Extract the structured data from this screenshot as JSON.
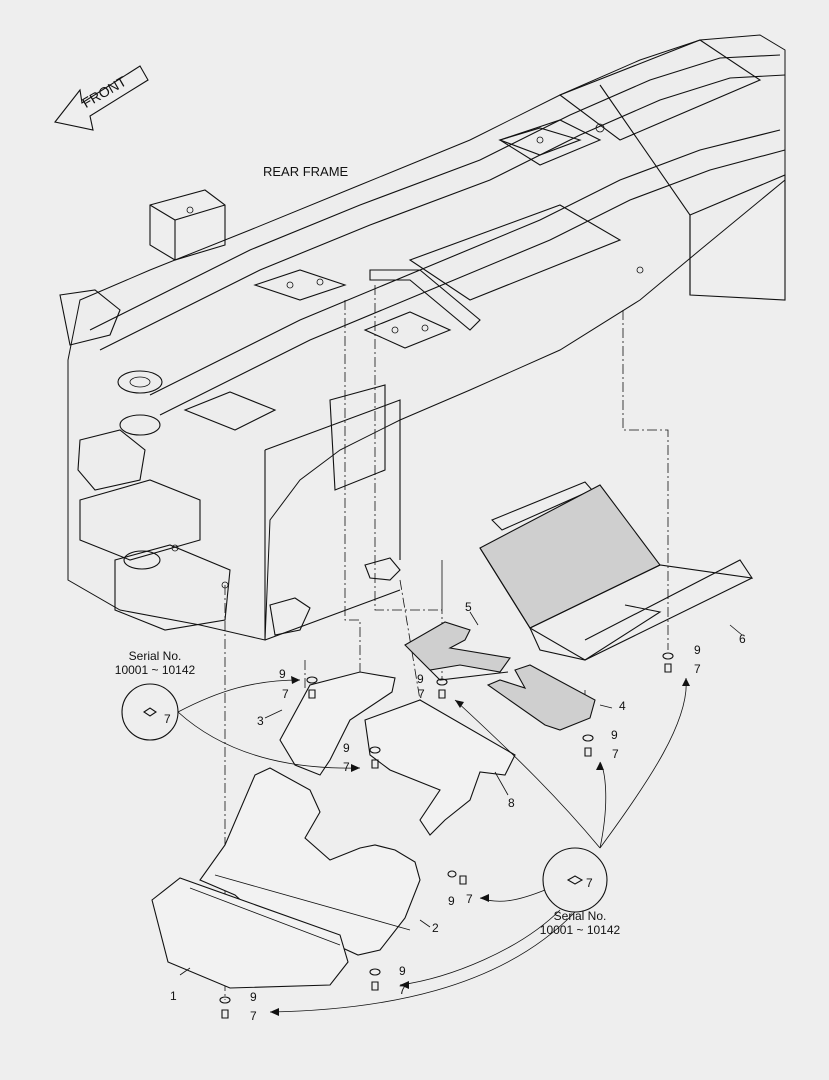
{
  "front_label": "FRONT",
  "title": "REAR FRAME",
  "serial": {
    "line1": "Serial No.",
    "line2": "10001 ~ 10142"
  },
  "callouts": [
    {
      "id": "c1",
      "text": "1"
    },
    {
      "id": "c2",
      "text": "2"
    },
    {
      "id": "c3",
      "text": "3"
    },
    {
      "id": "c4",
      "text": "4"
    },
    {
      "id": "c5",
      "text": "5"
    },
    {
      "id": "c6",
      "text": "6"
    },
    {
      "id": "c7a",
      "text": "7"
    },
    {
      "id": "c7b",
      "text": "7"
    },
    {
      "id": "c7c",
      "text": "7"
    },
    {
      "id": "c7d",
      "text": "7"
    },
    {
      "id": "c7e",
      "text": "7"
    },
    {
      "id": "c7f",
      "text": "7"
    },
    {
      "id": "c7g",
      "text": "7"
    },
    {
      "id": "c7h",
      "text": "7"
    },
    {
      "id": "c7i",
      "text": "7"
    },
    {
      "id": "c7j",
      "text": "7"
    },
    {
      "id": "c8",
      "text": "8"
    },
    {
      "id": "c9a",
      "text": "9"
    },
    {
      "id": "c9b",
      "text": "9"
    },
    {
      "id": "c9c",
      "text": "9"
    },
    {
      "id": "c9d",
      "text": "9"
    },
    {
      "id": "c9e",
      "text": "9"
    },
    {
      "id": "c9f",
      "text": "9"
    },
    {
      "id": "c9g",
      "text": "9"
    },
    {
      "id": "c9h",
      "text": "9"
    }
  ]
}
